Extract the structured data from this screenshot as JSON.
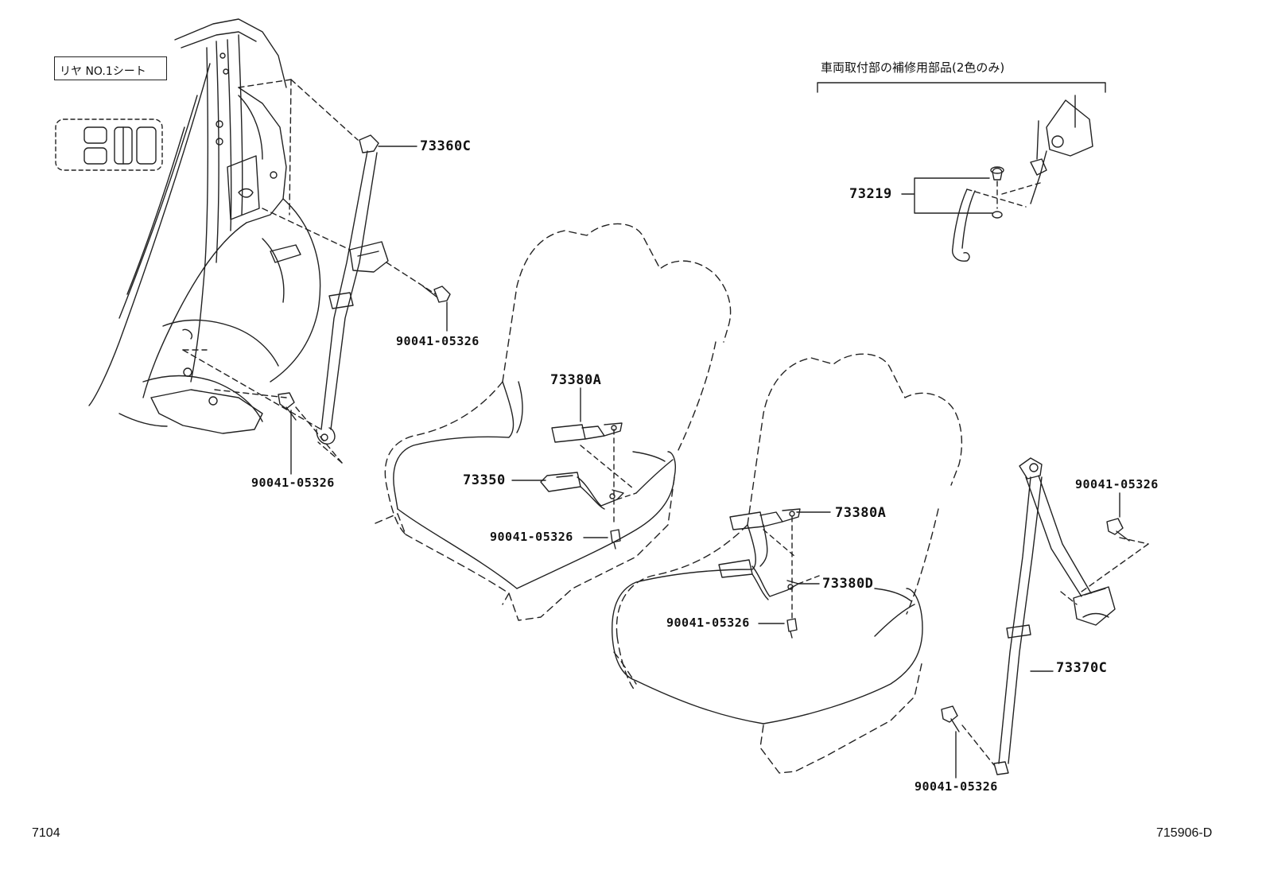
{
  "section_label": "リヤ NO.1シート",
  "repair_parts_heading": "車両取付部の補修用部品(2色のみ)",
  "callouts": {
    "belt_left": "73360C",
    "buckle_upper_left": "73380A",
    "buckle_lower_left": "73350",
    "buckle_upper_right": "73380A",
    "buckle_lower_right": "73380D",
    "belt_right": "73370C",
    "repair_kit": "73219"
  },
  "bolts": {
    "bolt_1": "90041-05326",
    "bolt_2": "90041-05326",
    "bolt_3": "90041-05326",
    "bolt_4": "90041-05326",
    "bolt_5": "90041-05326",
    "bolt_6": "90041-05326"
  },
  "footer": {
    "left_code": "7104",
    "right_code": "715906-D"
  }
}
